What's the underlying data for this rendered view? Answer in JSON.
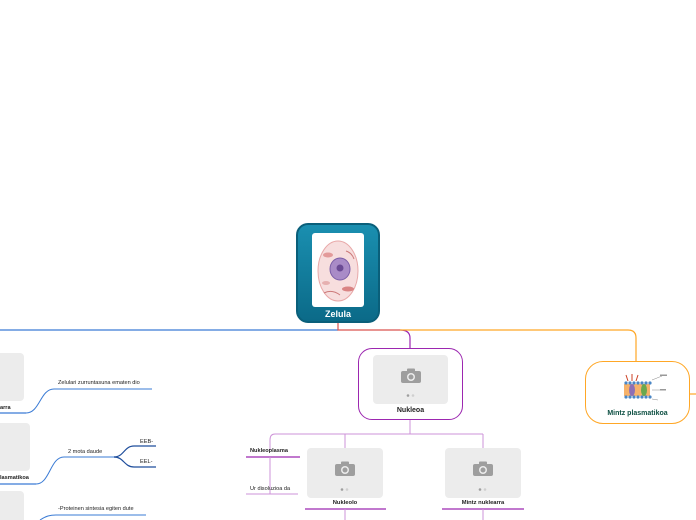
{
  "root": {
    "label": "Zelula",
    "image_icon": "cell-illustration"
  },
  "nodes": {
    "nukleoa": {
      "label": "Nukleoa",
      "icon": "camera-icon"
    },
    "mintz_plasmatikoa": {
      "label": "Mintz plasmatikoa",
      "icon": "membrane-illustration"
    },
    "nukleoplasma": {
      "label": "Nukleoplasma"
    },
    "ur_disoluzioa": {
      "label": "Ur disoluzioa da"
    },
    "nukleolo": {
      "label": "Nukleolo",
      "icon": "camera-icon"
    },
    "mintz_nuklearra": {
      "label": "Mintz nuklearra",
      "icon": "camera-icon"
    }
  },
  "left_branch": {
    "node1_label": "arra",
    "node1_note": "Zelulari zurruntasuna ematen dio",
    "node2_label": "lasmatikoa",
    "node2_note": "2 mota daude",
    "node2_children": [
      "EEB-",
      "EEL-"
    ],
    "node3_note": "-Proteinen sintesia egiten dute"
  },
  "colors": {
    "root": "#0b6a88",
    "blue_link": "#3a7bd5",
    "red_link": "#d9534f",
    "orange_link": "#ffa726",
    "purple": "#9c27b0",
    "light_purple": "#ce93d8"
  }
}
